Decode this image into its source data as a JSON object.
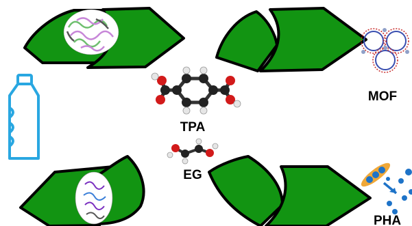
{
  "labels": {
    "tpa": "TPA",
    "eg": "EG",
    "mof": "MOF",
    "pha": "PHA"
  },
  "colors": {
    "arrow_fill": "#129412",
    "arrow_stroke": "#000000",
    "bottle": "#29a7e1",
    "carbon": "#222222",
    "oxygen": "#d21a1a",
    "hydrogen": "#e6e6e6",
    "pha_blue": "#1e73c8",
    "pha_orange": "#f0a838"
  },
  "icons": [
    "enzyme-icon",
    "bacterium-icon",
    "plastic-bottle-icon",
    "tpa-molecule-icon",
    "eg-molecule-icon",
    "mof-structure-icon",
    "pha-polymer-icon"
  ]
}
